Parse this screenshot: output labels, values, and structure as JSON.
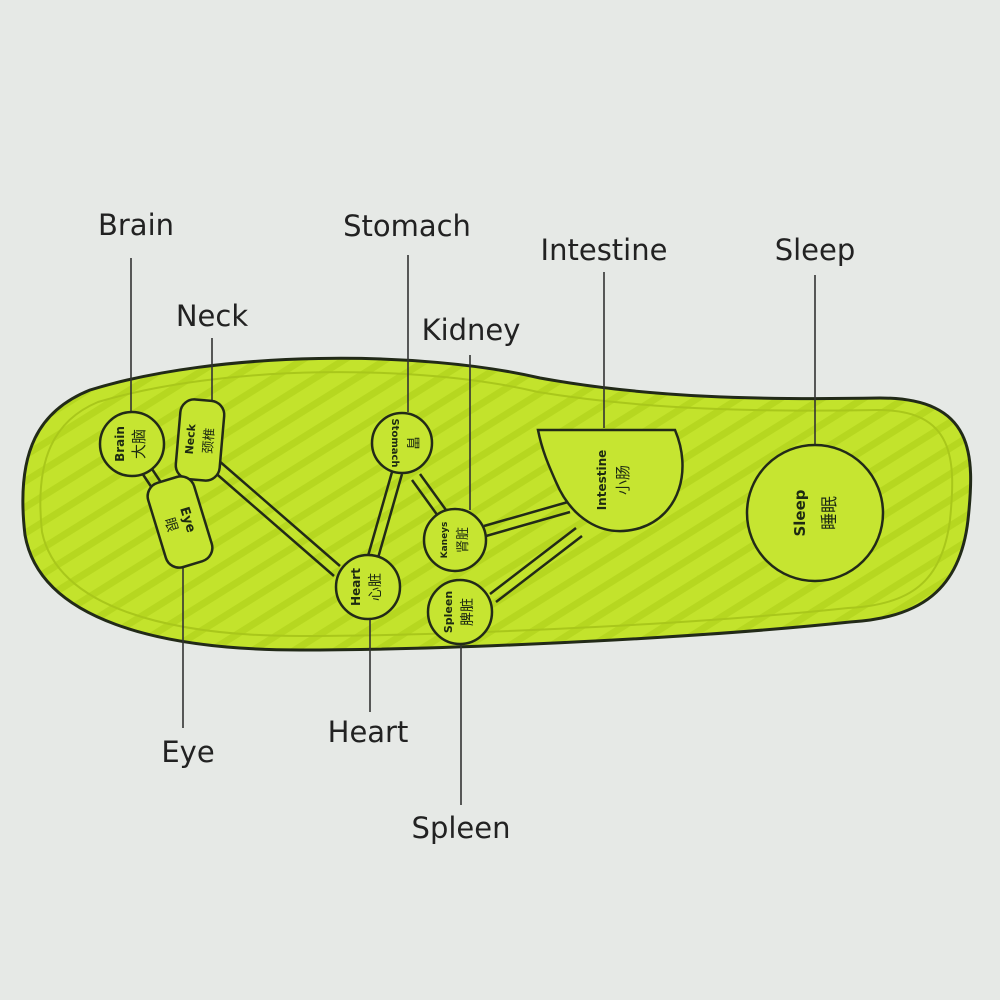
{
  "zones": [
    {
      "id": "brain",
      "label": "Brain",
      "zh": "大脑"
    },
    {
      "id": "neck",
      "label": "Neck",
      "zh": "颈椎"
    },
    {
      "id": "eye",
      "label": "Eye",
      "zh": "眼"
    },
    {
      "id": "stomach",
      "label": "Stomach",
      "zh": "胃"
    },
    {
      "id": "kidney",
      "label": "Kidney",
      "zh": "肾脏",
      "inner_label": "Kaneys"
    },
    {
      "id": "heart",
      "label": "Heart",
      "zh": "心脏"
    },
    {
      "id": "spleen",
      "label": "Spleen",
      "zh": "脾脏"
    },
    {
      "id": "intestine",
      "label": "Intestine",
      "zh": "小肠"
    },
    {
      "id": "sleep",
      "label": "Sleep",
      "zh": "睡眠"
    }
  ],
  "colors": {
    "background": "#e6e9e6",
    "insole": "#c3e32c",
    "insole_stripe": "#b4d51d",
    "outline": "#222a18",
    "text": "#222222"
  }
}
